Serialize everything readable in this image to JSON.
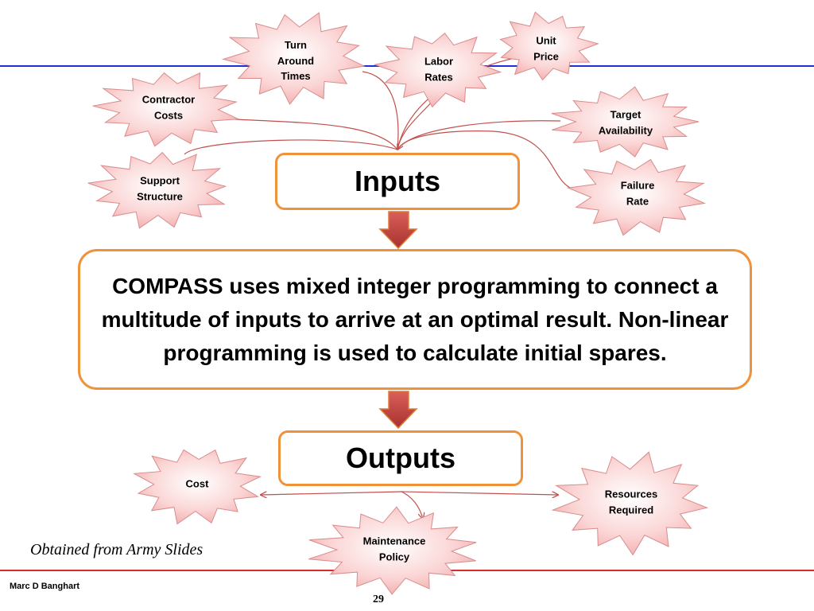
{
  "inputs": {
    "title": "Inputs",
    "sources": [
      {
        "id": "turn-around-times",
        "label": "Turn\nAround\nTimes"
      },
      {
        "id": "unit-price",
        "label": "Unit\nPrice"
      },
      {
        "id": "labor-rates",
        "label": "Labor\nRates"
      },
      {
        "id": "contractor-costs",
        "label": "Contractor\nCosts"
      },
      {
        "id": "target-availability",
        "label": "Target\nAvailability"
      },
      {
        "id": "support-structure",
        "label": "Support\nStructure"
      },
      {
        "id": "failure-rate",
        "label": "Failure\nRate"
      }
    ]
  },
  "process": {
    "text": "COMPASS uses mixed integer programming to connect a multitude of inputs to arrive at an optimal result.  Non-linear programming is used to calculate initial spares."
  },
  "outputs": {
    "title": "Outputs",
    "results": [
      {
        "id": "cost",
        "label": "Cost"
      },
      {
        "id": "resources-required",
        "label": "Resources\nRequired"
      },
      {
        "id": "maintenance-policy",
        "label": "Maintenance\nPolicy"
      }
    ]
  },
  "footer": {
    "credit": "Obtained from Army Slides",
    "author": "Marc D Banghart",
    "page": "29"
  },
  "colors": {
    "star_fill": "#f8c6c6",
    "star_stroke": "#d98c8c",
    "connector": "#c0504d",
    "box_border": "#f0923a",
    "arrow_fill": "#c0504d",
    "top_rule": "#1f2fd6",
    "bottom_rule": "#d92b2b"
  }
}
